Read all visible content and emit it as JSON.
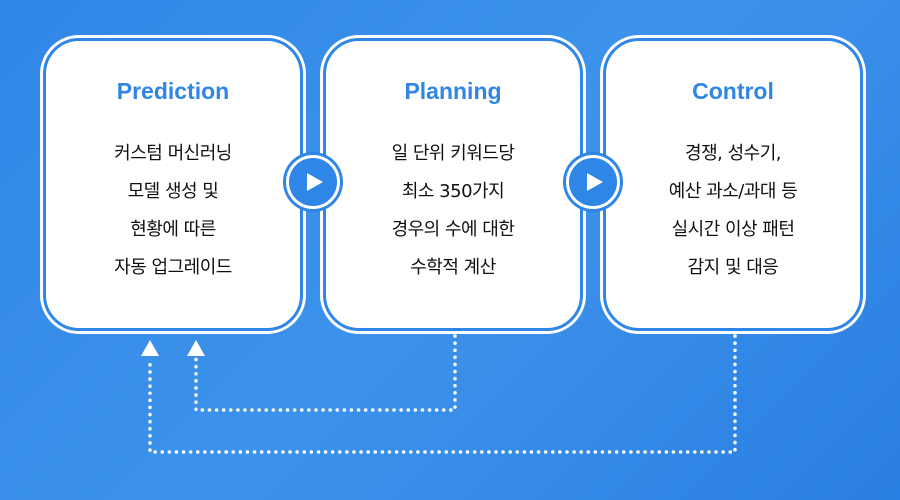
{
  "cards": [
    {
      "title": "Prediction",
      "lines": [
        "커스텀 머신러닝",
        "모델 생성 및",
        "현황에 따른",
        "자동 업그레이드"
      ]
    },
    {
      "title": "Planning",
      "lines": [
        "일 단위 키워드당",
        "최소 350가지",
        "경우의 수에 대한",
        "수학적 계산"
      ]
    },
    {
      "title": "Control",
      "lines": [
        "경쟁, 성수기,",
        "예산 과소/과대 등",
        "실시간 이상 패턴",
        "감지 및 대응"
      ]
    }
  ],
  "colors": {
    "accent": "#2f86e6",
    "background": "#3a8ee8"
  }
}
